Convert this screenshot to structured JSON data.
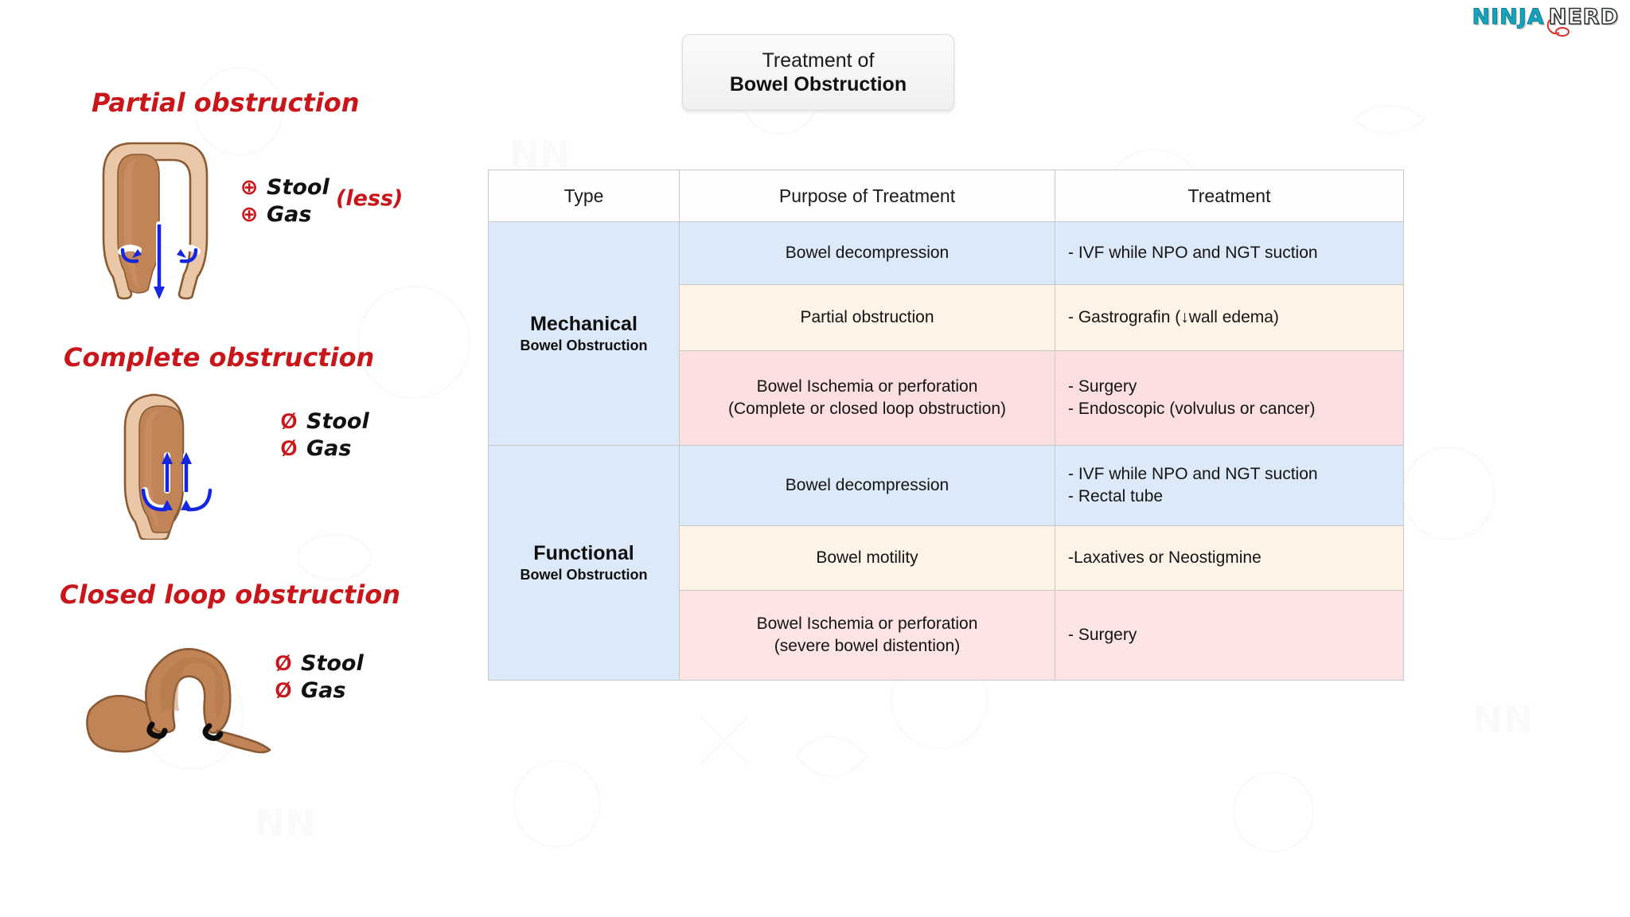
{
  "logo": {
    "part1": "NINJA",
    "part2": "NERD"
  },
  "title": {
    "line1": "Treatment of",
    "line2": "Bowel Obstruction"
  },
  "table": {
    "headers": [
      "Type",
      "Purpose of Treatment",
      "Treatment"
    ],
    "groups": [
      {
        "type_name": "Mechanical",
        "type_sub": "Bowel Obstruction",
        "rows": [
          {
            "purpose": "Bowel decompression",
            "treatment": [
              "- IVF while NPO and NGT suction"
            ],
            "color": "blue"
          },
          {
            "purpose": "Partial obstruction",
            "treatment": [
              "- Gastrografin (↓wall edema)"
            ],
            "color": "cream"
          },
          {
            "purpose": "Bowel Ischemia or perforation\n(Complete or closed loop obstruction)",
            "treatment": [
              "- Surgery",
              "- Endoscopic (volvulus or cancer)"
            ],
            "color": "pink"
          }
        ]
      },
      {
        "type_name": "Functional",
        "type_sub": "Bowel Obstruction",
        "rows": [
          {
            "purpose": "Bowel decompression",
            "treatment": [
              "- IVF while NPO and NGT suction",
              "- Rectal tube"
            ],
            "color": "blue"
          },
          {
            "purpose": "Bowel motility",
            "treatment": [
              "-Laxatives or Neostigmine"
            ],
            "color": "cream"
          },
          {
            "purpose": "Bowel Ischemia or perforation\n(severe bowel distention)",
            "treatment": [
              "- Surgery"
            ],
            "color": "pink"
          }
        ]
      }
    ]
  },
  "figures": [
    {
      "title": "Partial obstruction",
      "symbols": [
        {
          "mark": "⊕",
          "word": "Stool"
        },
        {
          "mark": "⊕",
          "word": "Gas"
        }
      ],
      "note": "(less)"
    },
    {
      "title": "Complete obstruction",
      "symbols": [
        {
          "mark": "Ø",
          "word": "Stool"
        },
        {
          "mark": "Ø",
          "word": "Gas"
        }
      ],
      "note": ""
    },
    {
      "title": "Closed loop obstruction",
      "symbols": [
        {
          "mark": "Ø",
          "word": "Stool"
        },
        {
          "mark": "Ø",
          "word": "Gas"
        }
      ],
      "note": ""
    }
  ],
  "colors": {
    "red_heading": "#c9161b",
    "row_blue": "#dce9f8",
    "row_cream": "#fdf3e7",
    "row_pink": "#fbdfe0",
    "type_mechanical": "#d4d4d4",
    "type_functional": "#f0f0f0",
    "bowel_wall": "#e7c4a4",
    "bowel_content": "#c08457",
    "arrow_blue": "#1526e0",
    "logo_teal": "#16a3bd"
  }
}
